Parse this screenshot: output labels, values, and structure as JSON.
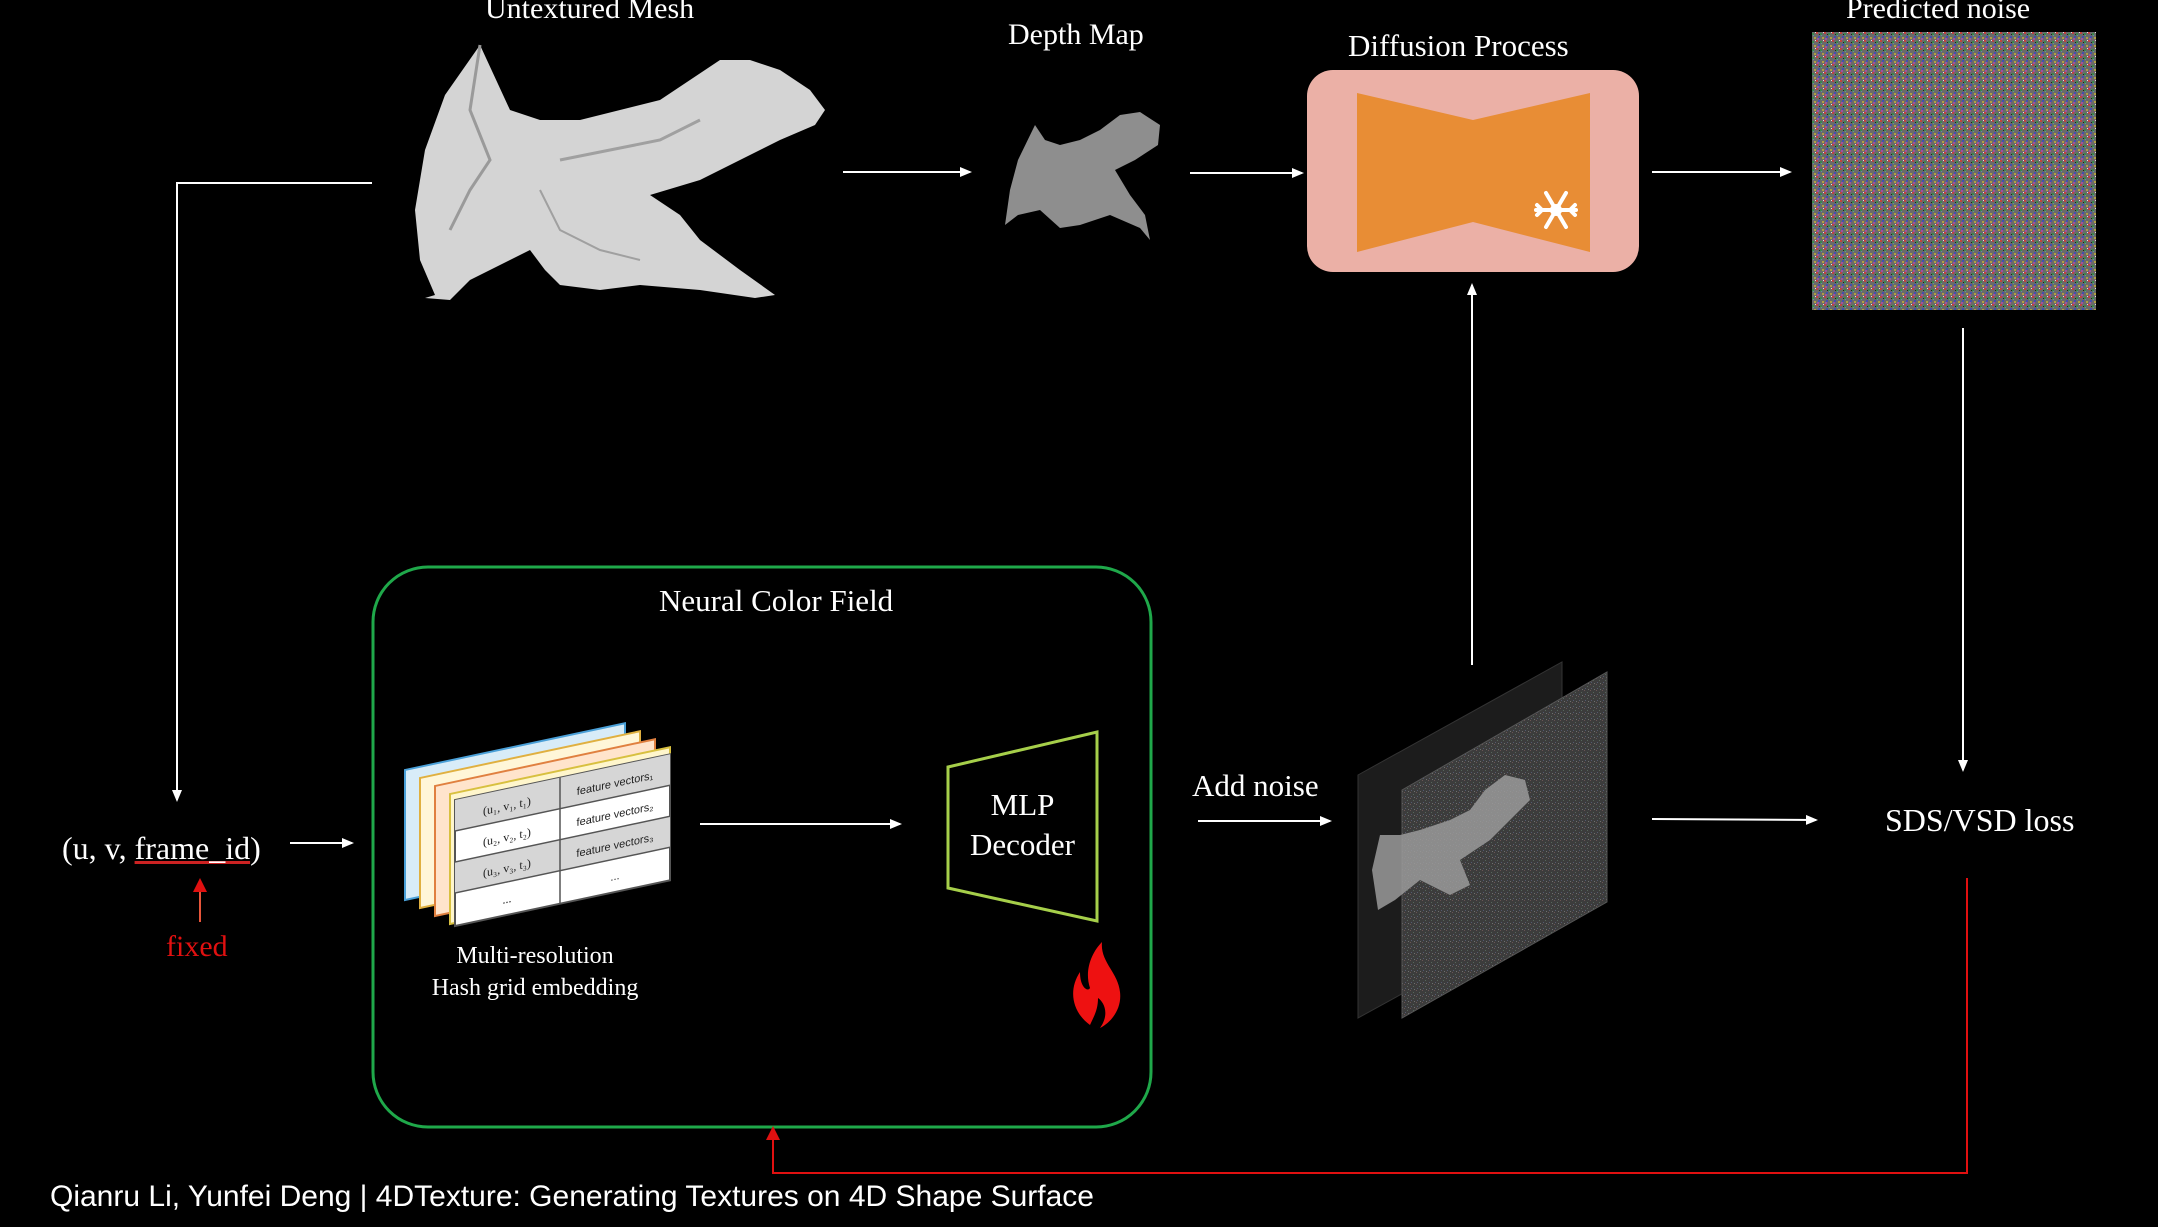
{
  "labels": {
    "untextured_mesh": "Untextured Mesh",
    "depth_map": "Depth Map",
    "diffusion_process": "Diffusion Process",
    "predicted_noise": "Predicted noise",
    "neural_color_field": "Neural Color Field",
    "mlp_decoder_line1": "MLP",
    "mlp_decoder_line2": "Decoder",
    "add_noise": "Add noise",
    "sds_vsd_loss": "SDS/VSD loss",
    "input_coords_prefix": "(u, v, ",
    "input_coords_var": "frame_id",
    "input_coords_suffix": ")",
    "fixed": "fixed",
    "hash_caption_line1": "Multi-resolution",
    "hash_caption_line2": "Hash grid embedding"
  },
  "hash_table": {
    "rows": [
      {
        "coord": "(u₁, v₁, t₁)",
        "feature": "feature vectors₁"
      },
      {
        "coord": "(u₂, v₂, t₂)",
        "feature": "feature vectors₂"
      },
      {
        "coord": "(u₃, v₃, t₃)",
        "feature": "feature vectors₃"
      },
      {
        "coord": "...",
        "feature": "..."
      }
    ]
  },
  "footer": {
    "authors": "Qianru Li, Yunfei Deng | 4DTexture: Generating Textures on 4D Shape Surface"
  },
  "icons": {
    "frozen": "snowflake-icon",
    "trainable": "flame-icon"
  },
  "colors": {
    "neural_field_border": "#1fa84a",
    "diffusion_bg": "#ebb0a6",
    "unet_fill": "#e88d35",
    "mlp_border": "#a6cf4a",
    "gradient_line": "#e01010",
    "fixed_text": "#e01010"
  }
}
